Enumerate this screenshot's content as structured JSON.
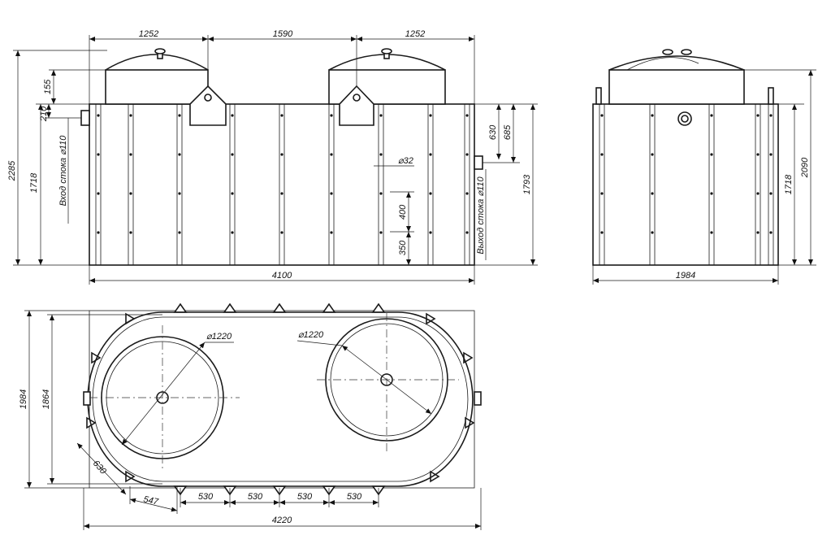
{
  "front_view": {
    "top_dims": [
      "1252",
      "1590",
      "1252"
    ],
    "overall_height": "2285",
    "body_height": "1718",
    "neck_height": "155",
    "inlet_offset": "210",
    "inlet_label": "Вход стока ⌀110",
    "outlet_label": "Выход стока ⌀110",
    "right_dims": [
      "630",
      "685",
      "1793"
    ],
    "hole_dia": "⌀32",
    "rib_dims": [
      "400",
      "350"
    ],
    "length": "4100"
  },
  "side_view": {
    "width": "1984",
    "body_height": "1718",
    "overall_height": "2090"
  },
  "plan_view": {
    "hatch_dia_left": "⌀1220",
    "hatch_dia_right": "⌀1220",
    "overall_width": "1984",
    "body_width": "1864",
    "corner_dims": [
      "630",
      "547"
    ],
    "rib_spacing": [
      "530",
      "530",
      "530",
      "530"
    ],
    "overall_length": "4220"
  }
}
